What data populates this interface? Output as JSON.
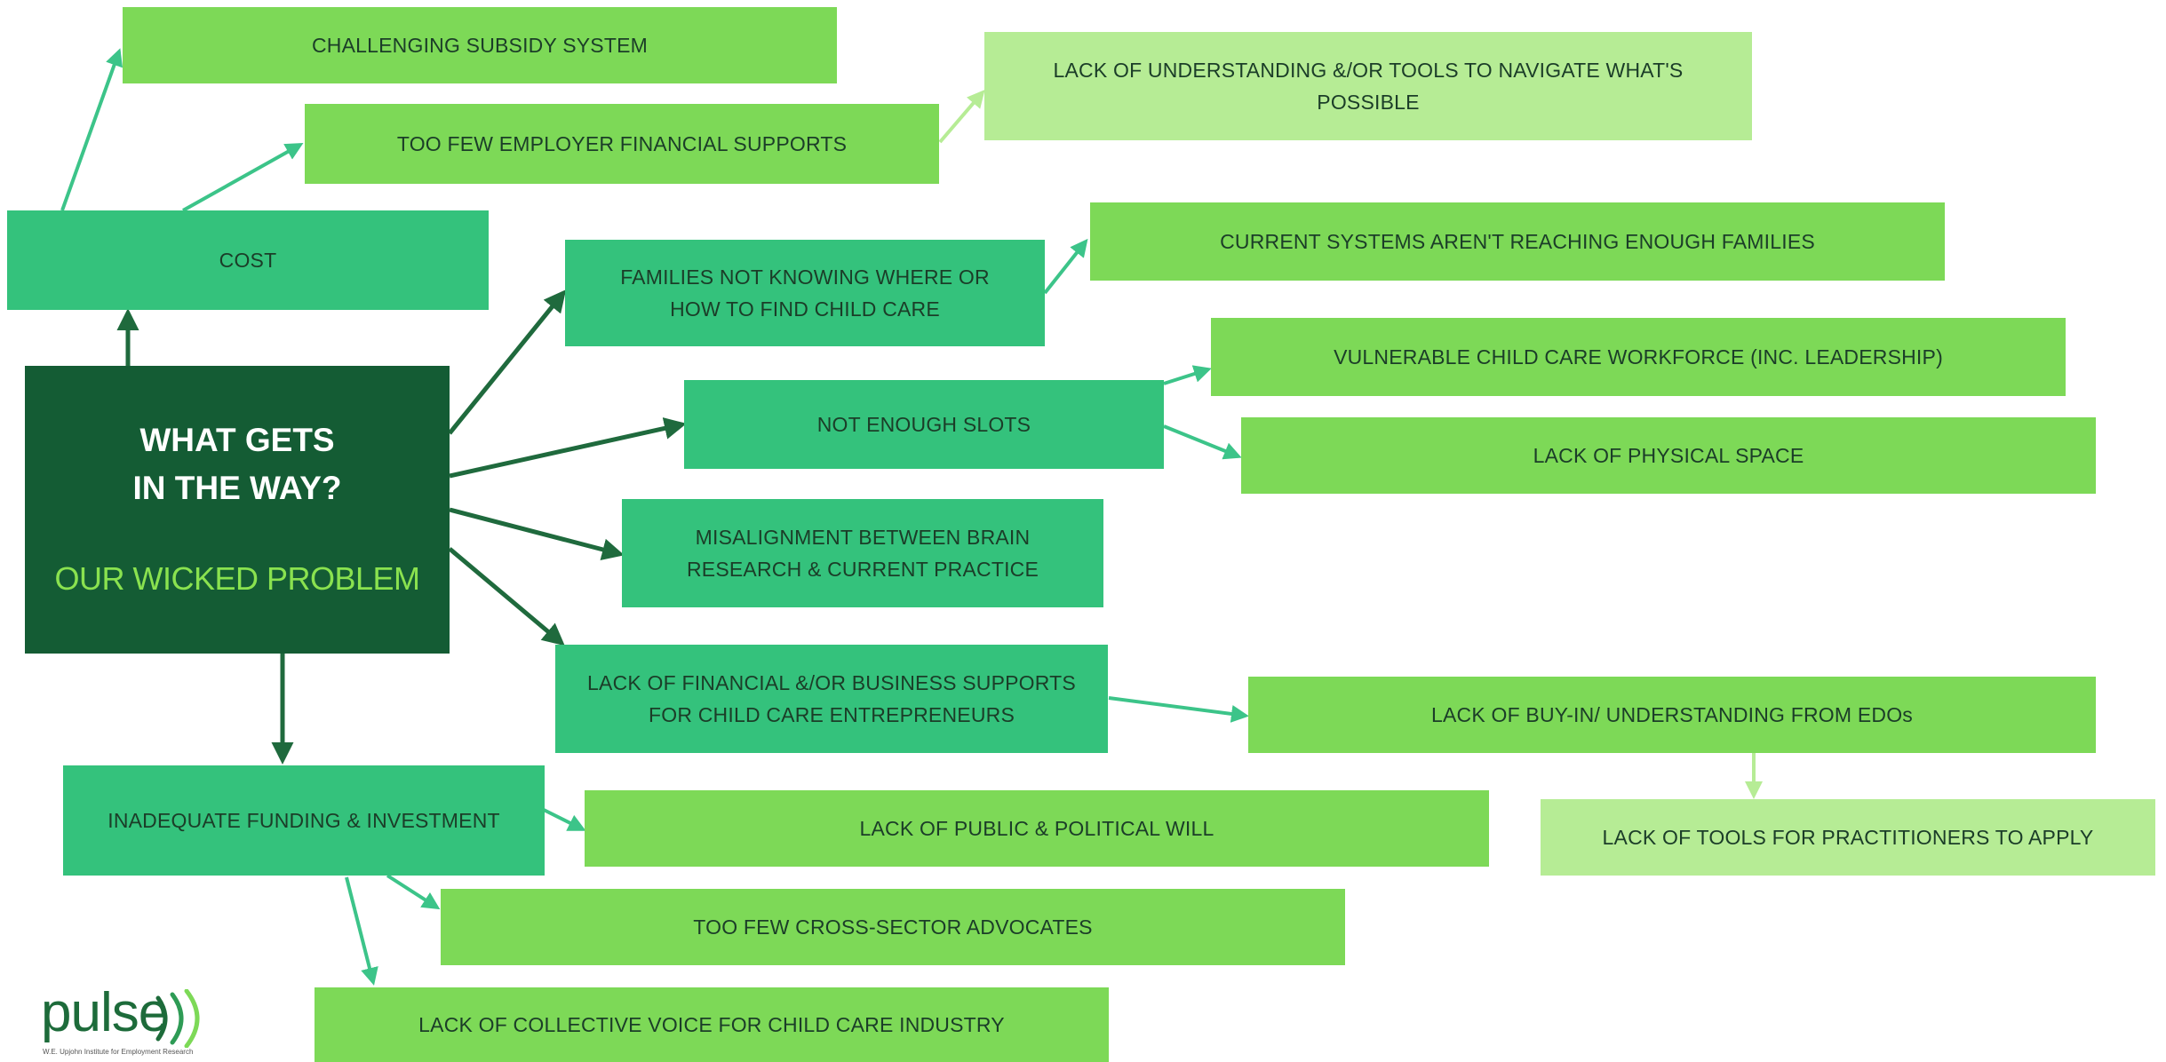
{
  "diagram": {
    "main": {
      "title": "WHAT GETS IN THE WAY?",
      "subtitle": "OUR WICKED PROBLEM"
    },
    "boxes": {
      "cost": "COST",
      "challenging_subsidy": "CHALLENGING SUBSIDY SYSTEM",
      "too_few_employer": "TOO FEW EMPLOYER FINANCIAL SUPPORTS",
      "lack_understanding_tools": "LACK OF UNDERSTANDING &/OR TOOLS TO NAVIGATE WHAT'S POSSIBLE",
      "families_not_knowing": "FAMILIES NOT KNOWING WHERE OR HOW TO FIND CHILD CARE",
      "current_systems": "CURRENT SYSTEMS AREN'T REACHING ENOUGH FAMILIES",
      "not_enough_slots": "NOT ENOUGH SLOTS",
      "vulnerable_workforce": "VULNERABLE CHILD CARE WORKFORCE (INC. LEADERSHIP)",
      "lack_physical_space": "LACK OF PHYSICAL SPACE",
      "misalignment": "MISALIGNMENT BETWEEN BRAIN RESEARCH & CURRENT PRACTICE",
      "lack_financial_business": "LACK OF FINANCIAL &/OR BUSINESS SUPPORTS FOR CHILD CARE ENTREPRENEURS",
      "lack_buy_in": "LACK OF BUY-IN/ UNDERSTANDING FROM EDOs",
      "lack_tools_practitioners": "LACK OF TOOLS FOR PRACTITIONERS TO APPLY",
      "inadequate_funding": "INADEQUATE FUNDING & INVESTMENT",
      "lack_public_will": "LACK OF PUBLIC & POLITICAL WILL",
      "too_few_advocates": "TOO FEW CROSS-SECTOR ADVOCATES",
      "lack_collective_voice": "LACK OF COLLECTIVE VOICE FOR CHILD CARE INDUSTRY"
    },
    "colors": {
      "dark_green": "#145c34",
      "bright_green": "#7dd957",
      "teal_green": "#34c27c",
      "pale_green": "#b6ec95",
      "subtitle_green": "#8ae24f"
    }
  },
  "logo": {
    "word": "pulse",
    "tagline": "W.E. Upjohn Institute for Employment Research"
  }
}
